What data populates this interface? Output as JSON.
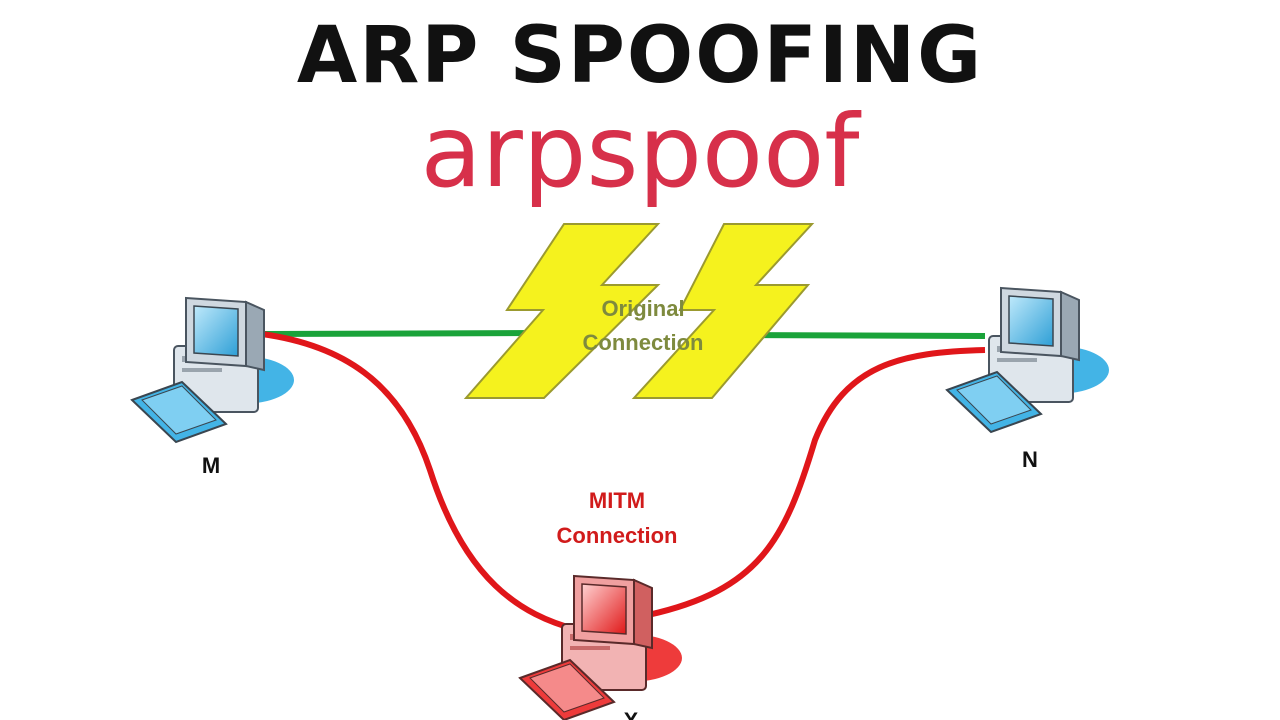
{
  "title": "ARP SPOOFING",
  "subtitle": "arpspoof",
  "nodes": {
    "left": {
      "label": "M",
      "icon": "computer-icon"
    },
    "right": {
      "label": "N",
      "icon": "computer-icon"
    },
    "attacker": {
      "label": "X",
      "icon": "computer-icon"
    }
  },
  "connections": {
    "original": {
      "line1": "Original",
      "line2": "Connection",
      "color": "#1aa33a"
    },
    "mitm": {
      "line1": "MITM",
      "line2": "Connection",
      "color": "#e0161a"
    }
  },
  "colors": {
    "title": "#111111",
    "subtitle": "#d7304a",
    "lightning": "#f5f21e",
    "computer_blue": "#43b4e6",
    "computer_red": "#ee3b3b",
    "original_label": "#7e8a3e",
    "mitm_label": "#d11b1b"
  }
}
